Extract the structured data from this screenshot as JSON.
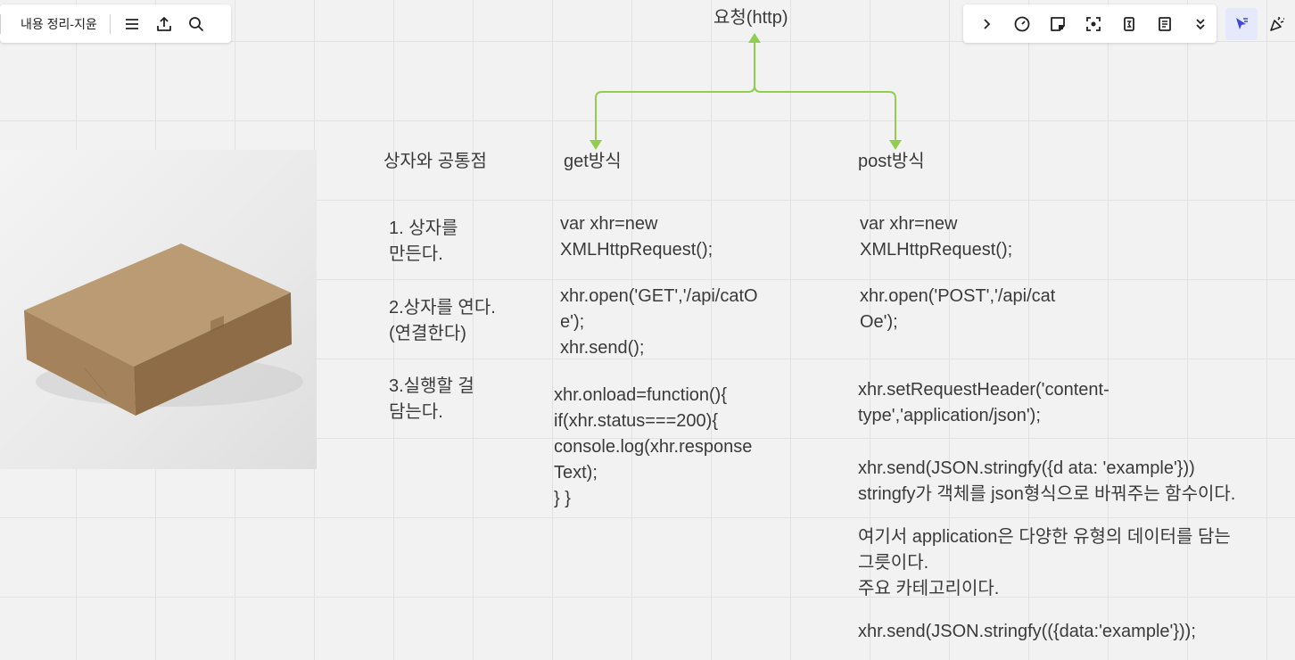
{
  "toolbar": {
    "board_title": "내용 정리-지윤",
    "left_icons": [
      "menu-icon",
      "upload-icon",
      "search-icon"
    ],
    "right_icons": [
      "chevron-right-icon",
      "timer-icon",
      "sticky-note-icon",
      "focus-icon",
      "voting-icon",
      "notes-icon",
      "chevron-double-down-icon"
    ],
    "far_icons": [
      "reactions-icon",
      "celebrate-icon"
    ],
    "accent_color": "#3f4ad8"
  },
  "canvas": {
    "root_label": "요청(http)",
    "arrow_color": "#8fce4e",
    "headers": {
      "common": "상자와 공통점",
      "get": "get방식",
      "post": "post방식"
    },
    "common_steps": [
      [
        "1. 상자를",
        "만든다."
      ],
      [
        "2.상자를 연다.",
        "(연결한다)"
      ],
      [
        "3.실행할 걸",
        "담는다."
      ]
    ],
    "get_blocks": [
      [
        "var xhr=new",
        "XMLHttpRequest();"
      ],
      [
        "xhr.open('GET','/api/catO",
        "e');",
        "xhr.send();"
      ],
      [
        "xhr.onload=function(){",
        "if(xhr.status===200){",
        "console.log(xhr.response",
        "Text);",
        "} }"
      ]
    ],
    "post_blocks": [
      [
        "var xhr=new",
        "XMLHttpRequest();"
      ],
      [
        "xhr.open('POST','/api/cat",
        "Oe');"
      ],
      [
        "xhr.setRequestHeader('content-",
        "type','application/json');"
      ],
      [
        "xhr.send(JSON.stringfy({d ata: 'example'}))",
        "stringfy가 객체를 json형식으로 바꿔주는 함수이다."
      ],
      [
        "여기서 application은 다양한 유형의 데이터를 담는",
        "그릇이다.",
        "주요 카테고리이다."
      ],
      [
        "xhr.send(JSON.stringfy(({data:'example'}));"
      ]
    ]
  }
}
